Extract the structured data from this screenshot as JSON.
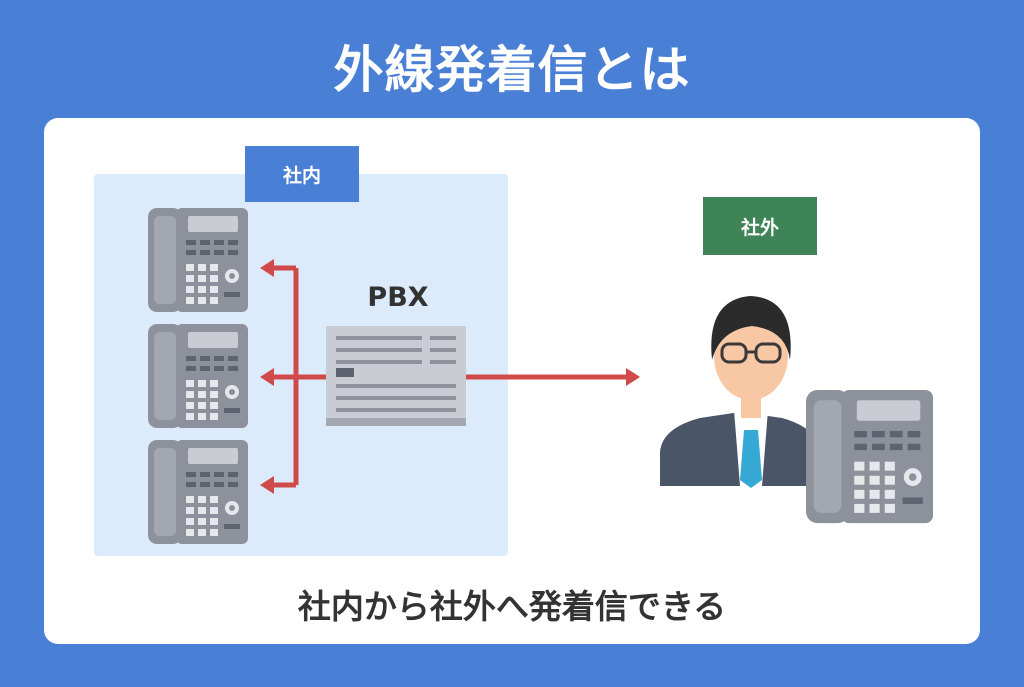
{
  "title": "外線発着信とは",
  "inner_label": "社内",
  "outer_label": "社外",
  "pbx_label": "PBX",
  "caption": "社内から社外へ発着信できる",
  "colors": {
    "background": "#4a7fd6",
    "inner_zone": "#dcebfb",
    "inner_tag": "#4a7fd6",
    "outer_tag": "#3f8456",
    "arrow": "#d04a4a",
    "phone": "#8d919b"
  }
}
